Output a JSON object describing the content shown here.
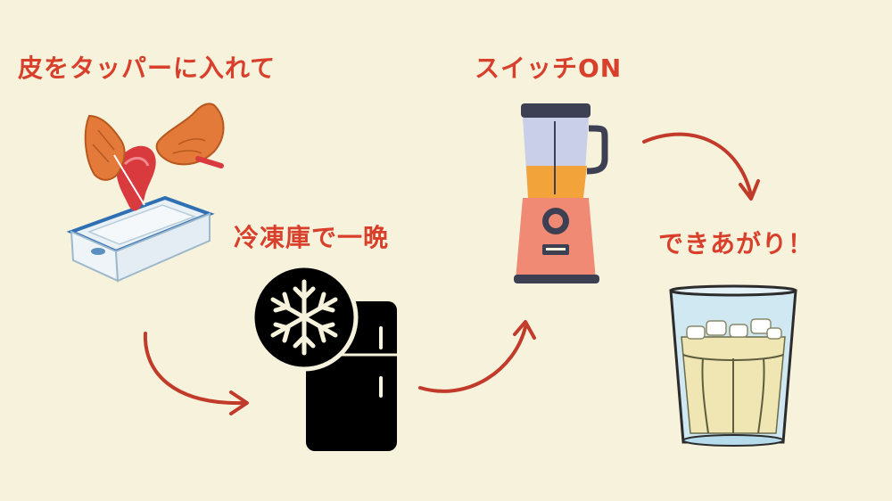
{
  "steps": [
    {
      "label": "皮をタッパーに入れて",
      "icon": "hands-cutting-peel-into-container-icon"
    },
    {
      "label": "冷凍庫で一晩",
      "icon": "freezer-snowflake-icon"
    },
    {
      "label": "スイッチON",
      "icon": "blender-icon"
    },
    {
      "label": "できあがり！",
      "icon": "drink-glass-icon"
    }
  ],
  "colors": {
    "background": "#f6f2dc",
    "label": "#d8402c",
    "arrow": "#c13a2a"
  }
}
